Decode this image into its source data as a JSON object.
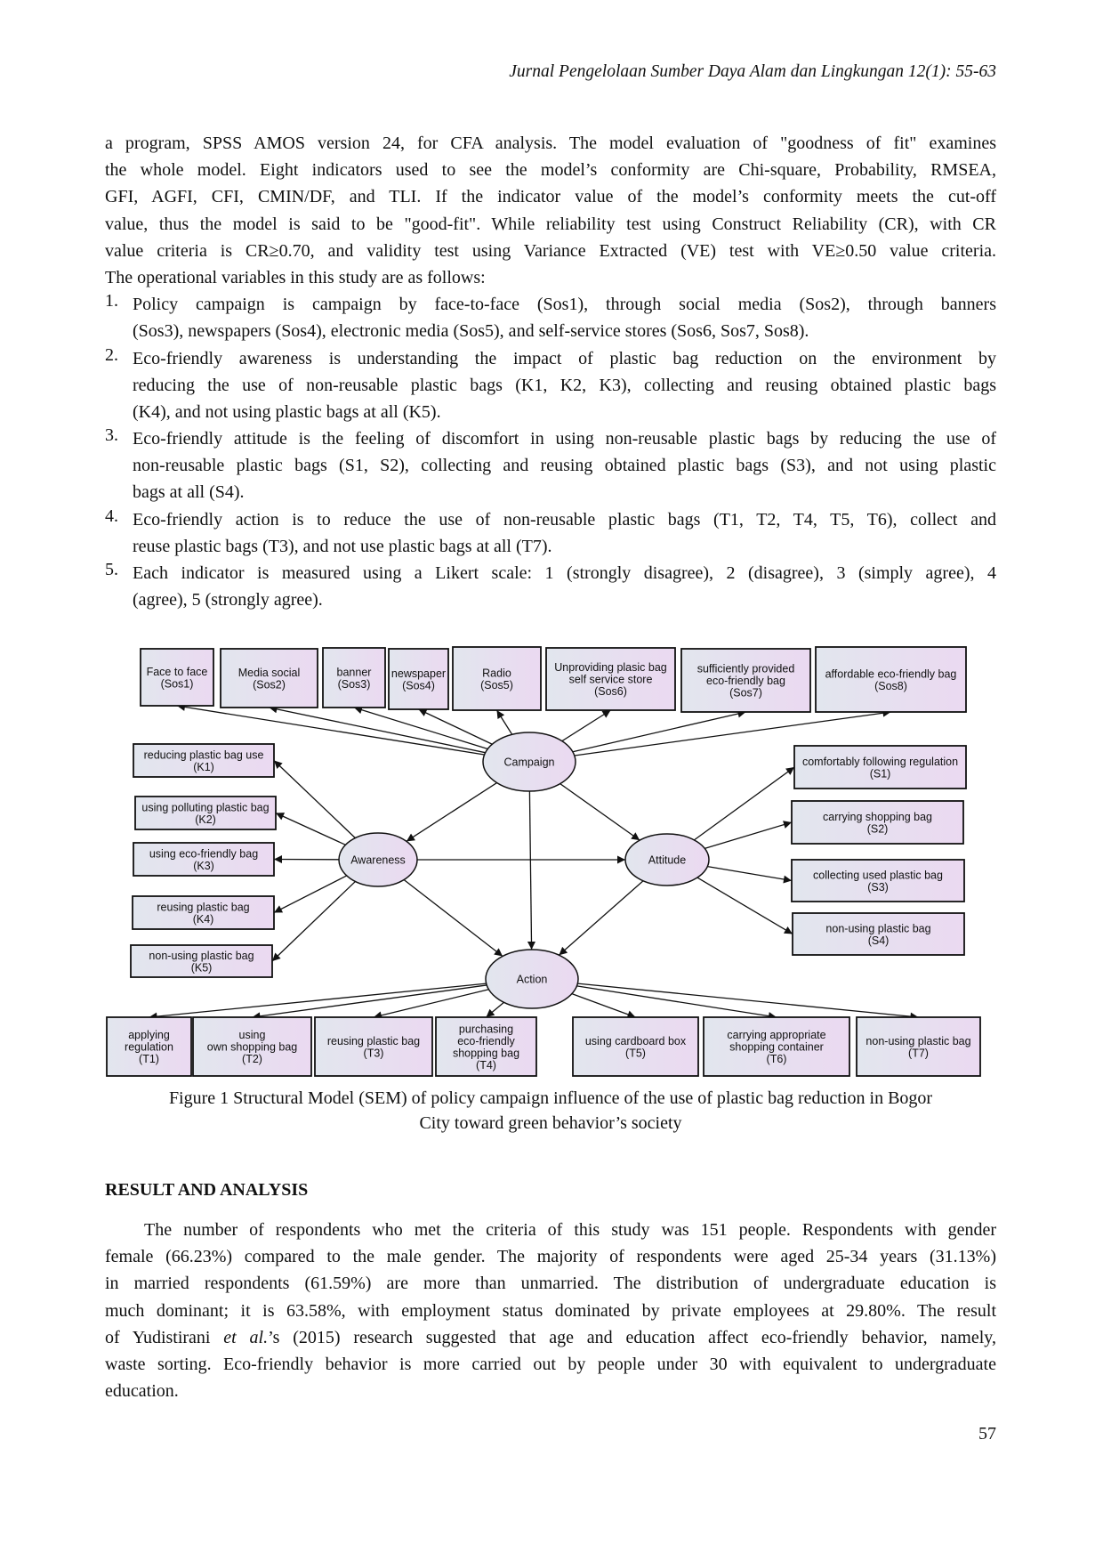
{
  "header": "Jurnal Pengelolaan Sumber Daya Alam dan Lingkungan 12(1): 55-63",
  "intro_lines": [
    "a program, SPSS AMOS version 24, for CFA analysis. The model evaluation of \"goodness of fit\" examines",
    "the whole model. Eight indicators used to see the model’s conformity are Chi-square, Probability, RMSEA,",
    "GFI, AGFI, CFI, CMIN/DF, and TLI. If the indicator value of the model’s conformity meets the cut-off",
    "value, thus the model is said to be \"good-fit\". While reliability test using Construct Reliability (CR), with CR",
    "value criteria is CR≥0.70, and validity test using Variance Extracted (VE) test with VE≥0.50 value criteria.",
    "The operational variables in this study are as follows:"
  ],
  "list": [
    {
      "num": "1.",
      "lines": [
        "Policy campaign is campaign by face-to-face (Sos1), through social media (Sos2), through banners",
        "(Sos3), newspapers (Sos4), electronic media (Sos5), and self-service stores (Sos6, Sos7, Sos8)."
      ]
    },
    {
      "num": "2.",
      "lines": [
        "Eco-friendly awareness is understanding the impact of plastic bag reduction on the environment by",
        "reducing the use of non-reusable plastic bags (K1, K2, K3), collecting and reusing obtained plastic bags",
        "(K4), and not using plastic bags at all (K5)."
      ]
    },
    {
      "num": "3.",
      "lines": [
        "Eco-friendly attitude is the feeling of discomfort in using non-reusable plastic bags by reducing the use of",
        "non-reusable plastic bags (S1, S2), collecting and reusing obtained plastic bags (S3), and not using plastic",
        "bags at all (S4)."
      ]
    },
    {
      "num": "4.",
      "lines": [
        "Eco-friendly action is to reduce the use of non-reusable plastic bags (T1, T2, T4, T5, T6), collect and",
        "reuse plastic bags (T3), and not use plastic bags at all (T7)."
      ]
    },
    {
      "num": "5.",
      "lines": [
        "Each indicator is measured using a Likert scale: 1 (strongly disagree), 2 (disagree), 3 (simply agree), 4",
        "(agree), 5 (strongly agree)."
      ]
    }
  ],
  "diagram": {
    "colors": {
      "box_left": "#e2e6ee",
      "box_right": "#ebd9f1",
      "stroke": "#111111"
    },
    "latent": {
      "campaign": "Campaign",
      "awareness": "Awareness",
      "attitude": "Attitude",
      "action": "Action"
    },
    "indicators": {
      "Sos1": [
        "Face to face",
        "(Sos1)"
      ],
      "Sos2": [
        "Media social",
        "(Sos2)"
      ],
      "Sos3": [
        "banner",
        "(Sos3)"
      ],
      "Sos4": [
        "newspaper",
        "(Sos4)"
      ],
      "Sos5": [
        "Radio",
        "(Sos5)"
      ],
      "Sos6": [
        "Unproviding plasic bag",
        "self service store",
        "(Sos6)"
      ],
      "Sos7": [
        "sufficiently provided",
        "eco-friendly bag",
        "(Sos7)"
      ],
      "Sos8": [
        "affordable eco-friendly bag",
        "(Sos8)"
      ],
      "K1": [
        "reducing plastic bag use",
        "(K1)"
      ],
      "K2": [
        "using polluting plastic bag",
        "(K2)"
      ],
      "K3": [
        "using eco-friendly bag",
        "(K3)"
      ],
      "K4": [
        "reusing plastic bag",
        "(K4)"
      ],
      "K5": [
        "non-using plastic bag",
        "(K5)"
      ],
      "S1": [
        "comfortably following regulation",
        "(S1)"
      ],
      "S2": [
        "carrying shopping bag",
        "(S2)"
      ],
      "S3": [
        "collecting used plastic bag",
        "(S3)"
      ],
      "S4": [
        "non-using plastic bag",
        "(S4)"
      ],
      "T1": [
        "applying",
        "regulation",
        "(T1)"
      ],
      "T2": [
        "using",
        "own shopping bag",
        "(T2)"
      ],
      "T3": [
        "reusing plastic bag",
        "(T3)"
      ],
      "T4": [
        "purchasing",
        "eco-friendly",
        "shopping bag",
        "(T4)"
      ],
      "T5": [
        "using cardboard box",
        "(T5)"
      ],
      "T6": [
        "carrying appropriate",
        "shopping container",
        "(T6)"
      ],
      "T7": [
        "non-using plastic bag",
        "(T7)"
      ]
    }
  },
  "caption": [
    "Figure 1 Structural Model (SEM) of policy campaign influence of the use of plastic bag reduction in Bogor",
    "City toward green behavior’s society"
  ],
  "results": {
    "heading": "RESULT AND ANALYSIS",
    "lines": [
      "The number of respondents who met the criteria of this study was 151 people. Respondents with gender",
      "female (66.23%) compared to the male gender. The majority of respondents were aged 25-34 years (31.13%)",
      "in married respondents (61.59%) are more than unmarried. The distribution of undergraduate education is",
      "much dominant; it is 63.58%, with employment status dominated by private employees at 29.80%. The result",
      "of Yudistirani ",
      "et al.",
      "’s (2015) research suggested that age and education affect eco-friendly behavior, namely,",
      "waste sorting. Eco-friendly behavior is more carried out by people under 30 with equivalent to undergraduate",
      "education."
    ]
  },
  "page_number": "57"
}
